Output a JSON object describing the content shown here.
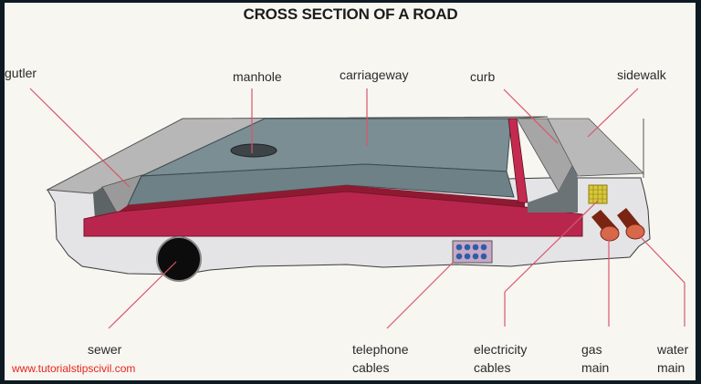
{
  "title": "CROSS SECTION OF A ROAD",
  "labels": {
    "gutter": "gutler",
    "manhole": "manhole",
    "carriageway": "carriageway",
    "curb": "curb",
    "sidewalk": "sidewalk",
    "sewer": "sewer",
    "telephone_line1": "telephone",
    "telephone_line2": "cables",
    "electricity_line1": "electricity",
    "electricity_line2": "cables",
    "gas_line1": "gas",
    "gas_line2": "main",
    "water_line1": "water",
    "water_line2": "main"
  },
  "watermark": "www.tutorialstipscivil.com",
  "colors": {
    "background": "#0d1a22",
    "panel": "#f7f6f1",
    "soil": "#e4e4e6",
    "asphalt_top": "#7a8d93",
    "asphalt_side": "#6c7f85",
    "base_layer": "#b8264e",
    "base_layer_dark": "#8e1a32",
    "curb": "#a8a8a8",
    "sidewalk": "#b9b9b9",
    "leader_line": "#d9566a",
    "watermark": "#e8241c"
  }
}
